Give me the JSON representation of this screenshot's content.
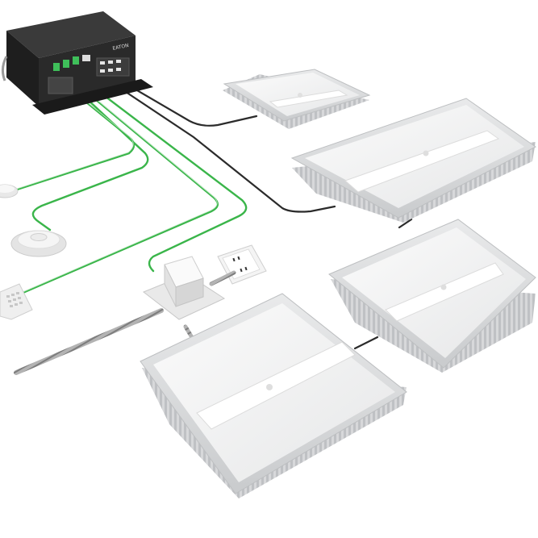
{
  "scene": {
    "kind": "connected-lighting-system-illustration",
    "background_color": "#ffffff",
    "controller": {
      "logo_text": "EATON",
      "body_color": "#2a2a2a",
      "port_color": "#3fbf5a"
    },
    "cable_colors": {
      "green": "#3ab54a",
      "black": "#2b2b2b",
      "conduit": "#9a9a9a"
    },
    "fixture_color": "#f2f3f4",
    "fixture_count": 4,
    "sensor_count": 3
  }
}
